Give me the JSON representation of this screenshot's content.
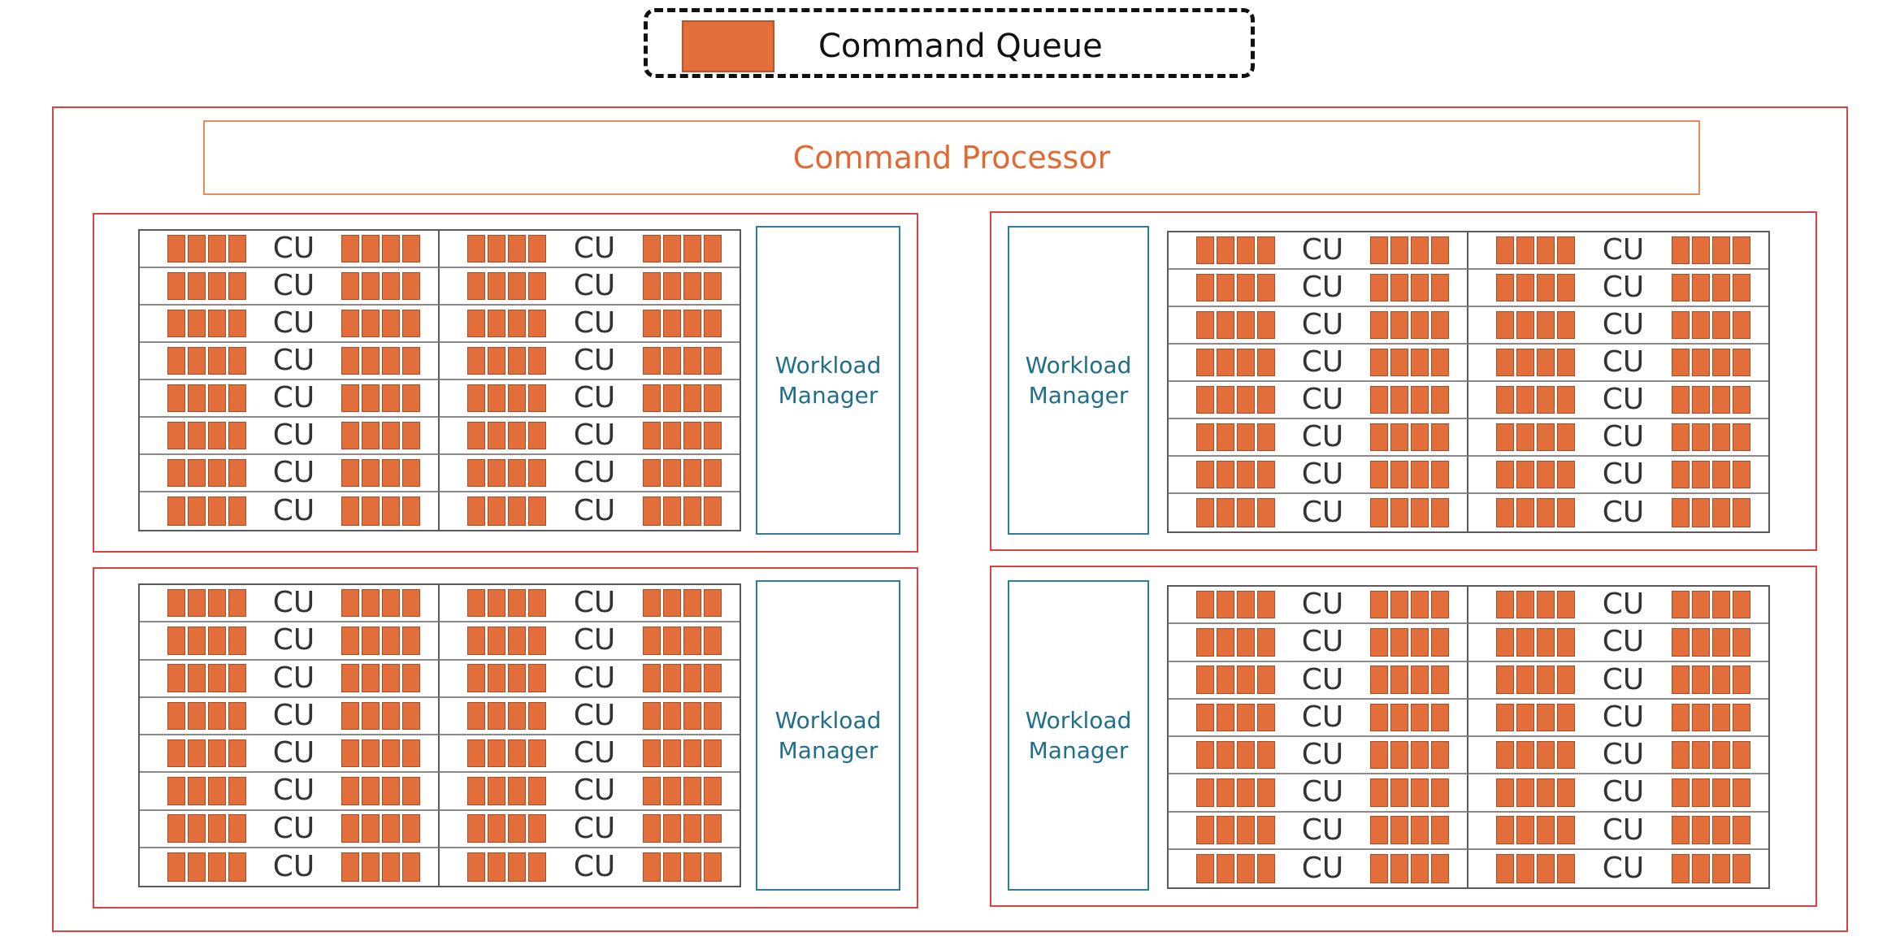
{
  "legend": {
    "label": "Command Queue"
  },
  "command_processor": {
    "label": "Command Processor"
  },
  "colors": {
    "queue": "#e26e3c",
    "frame": "#e04040",
    "manager": "#2f7e98",
    "processor_text": "#e06a32"
  },
  "quadrants": [
    {
      "workload_manager": "Workload\nManager",
      "cu_label": "CU"
    },
    {
      "workload_manager": "Workload\nManager",
      "cu_label": "CU"
    },
    {
      "workload_manager": "Workload\nManager",
      "cu_label": "CU"
    },
    {
      "workload_manager": "Workload\nManager",
      "cu_label": "CU"
    }
  ],
  "cu_grid": {
    "rows": 8,
    "columns": 2,
    "queues_per_side": 4
  }
}
